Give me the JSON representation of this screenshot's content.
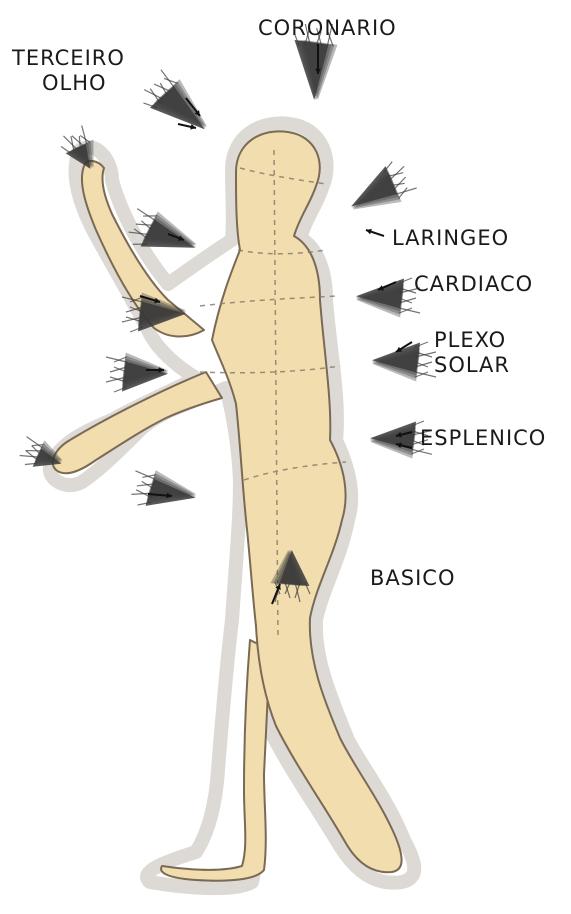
{
  "colors": {
    "background": "#ffffff",
    "body_fill": "#f1ddae",
    "body_outline": "#7a6a55",
    "halo": "#c9c5bf",
    "vortex": "#3a3a3a",
    "text": "#1a1a1a"
  },
  "labels": {
    "coronario": "CORONARIO",
    "terceiro_olho_line1": "TERCEIRO",
    "terceiro_olho_line2": "OLHO",
    "laringeo": "LARINGEO",
    "cardiaco": "CARDIACO",
    "plexo_solar_line1": "PLEXO",
    "plexo_solar_line2": "SOLAR",
    "esplenico": "ESPLENICO",
    "basico": "BASICO"
  },
  "icons": {
    "vortex": "chakra-vortex-icon",
    "arrow": "arrow-icon"
  }
}
